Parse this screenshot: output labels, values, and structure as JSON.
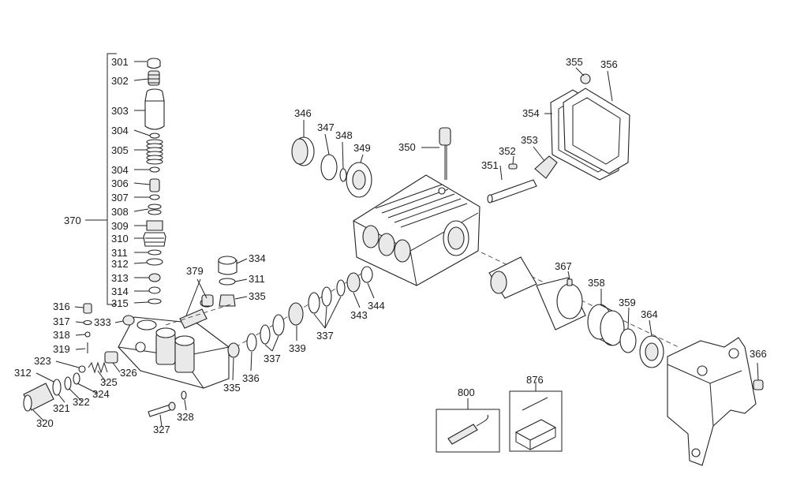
{
  "labels": {
    "p301": "301",
    "p302": "302",
    "p303": "303",
    "p304a": "304",
    "p305": "305",
    "p304b": "304",
    "p306": "306",
    "p307": "307",
    "p308": "308",
    "p309": "309",
    "p310": "310",
    "p311a": "311",
    "p312a": "312",
    "p313": "313",
    "p314": "314",
    "p315": "315",
    "p370": "370",
    "p316": "316",
    "p317": "317",
    "p318": "318",
    "p319": "319",
    "p333": "333",
    "p323": "323",
    "p312b": "312",
    "p321": "321",
    "p322": "322",
    "p324": "324",
    "p325": "325",
    "p326": "326",
    "p320": "320",
    "p327": "327",
    "p328": "328",
    "p335a": "335",
    "p336": "336",
    "p337a": "337",
    "p339": "339",
    "p337b": "337",
    "p343": "343",
    "p344": "344",
    "p379": "379",
    "p334": "334",
    "p311b": "311",
    "p335b": "335",
    "p346": "346",
    "p347": "347",
    "p348": "348",
    "p349": "349",
    "p350": "350",
    "p351": "351",
    "p352": "352",
    "p353": "353",
    "p354": "354",
    "p355": "355",
    "p356": "356",
    "p367": "367",
    "p358": "358",
    "p359": "359",
    "p364": "364",
    "p366": "366",
    "p800": "800",
    "p876": "876"
  }
}
